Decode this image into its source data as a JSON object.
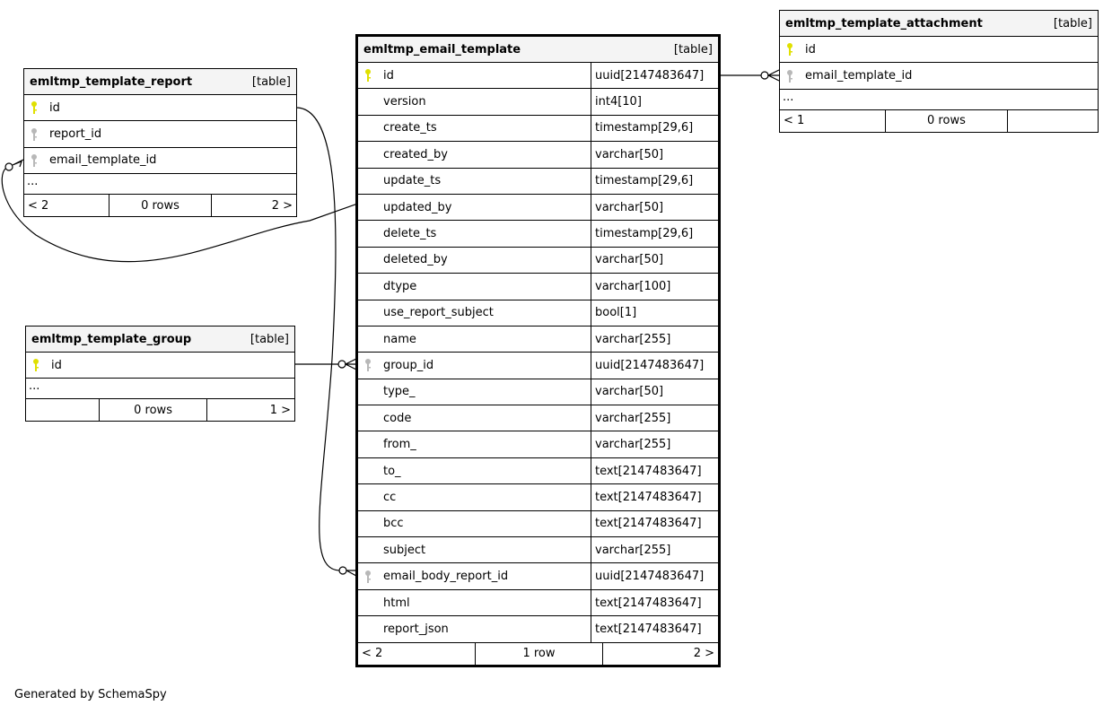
{
  "colors": {
    "primary_key": "#e0e000",
    "foreign_key": "#b8b8b8"
  },
  "tables": [
    {
      "id": "report",
      "name": "emltmp_template_report",
      "kind": "[table]",
      "columns": [
        {
          "name": "id",
          "key": "primary"
        },
        {
          "name": "report_id",
          "key": "foreign"
        },
        {
          "name": "email_template_id",
          "key": "foreign"
        }
      ],
      "more": "...",
      "footer": [
        "< 2",
        "0 rows",
        "2 >"
      ]
    },
    {
      "id": "group",
      "name": "emltmp_template_group",
      "kind": "[table]",
      "columns": [
        {
          "name": "id",
          "key": "primary"
        }
      ],
      "more": "...",
      "footer": [
        "",
        "0 rows",
        "1 >"
      ]
    },
    {
      "id": "attachment",
      "name": "emltmp_template_attachment",
      "kind": "[table]",
      "columns": [
        {
          "name": "id",
          "key": "primary"
        },
        {
          "name": "email_template_id",
          "key": "foreign"
        }
      ],
      "more": "...",
      "footer": [
        "< 1",
        "0 rows",
        ""
      ]
    },
    {
      "id": "main",
      "name": "emltmp_email_template",
      "kind": "[table]",
      "columns": [
        {
          "name": "id",
          "type": "uuid[2147483647]",
          "key": "primary"
        },
        {
          "name": "version",
          "type": "int4[10]"
        },
        {
          "name": "create_ts",
          "type": "timestamp[29,6]"
        },
        {
          "name": "created_by",
          "type": "varchar[50]"
        },
        {
          "name": "update_ts",
          "type": "timestamp[29,6]"
        },
        {
          "name": "updated_by",
          "type": "varchar[50]"
        },
        {
          "name": "delete_ts",
          "type": "timestamp[29,6]"
        },
        {
          "name": "deleted_by",
          "type": "varchar[50]"
        },
        {
          "name": "dtype",
          "type": "varchar[100]"
        },
        {
          "name": "use_report_subject",
          "type": "bool[1]"
        },
        {
          "name": "name",
          "type": "varchar[255]"
        },
        {
          "name": "group_id",
          "type": "uuid[2147483647]",
          "key": "foreign"
        },
        {
          "name": "type_",
          "type": "varchar[50]"
        },
        {
          "name": "code",
          "type": "varchar[255]"
        },
        {
          "name": "from_",
          "type": "varchar[255]"
        },
        {
          "name": "to_",
          "type": "text[2147483647]"
        },
        {
          "name": "cc",
          "type": "text[2147483647]"
        },
        {
          "name": "bcc",
          "type": "text[2147483647]"
        },
        {
          "name": "subject",
          "type": "varchar[255]"
        },
        {
          "name": "email_body_report_id",
          "type": "uuid[2147483647]",
          "key": "foreign"
        },
        {
          "name": "html",
          "type": "text[2147483647]"
        },
        {
          "name": "report_json",
          "type": "text[2147483647]"
        }
      ],
      "footer": [
        "< 2",
        "1 row",
        "2 >"
      ]
    }
  ],
  "footer_text": "Generated by SchemaSpy"
}
